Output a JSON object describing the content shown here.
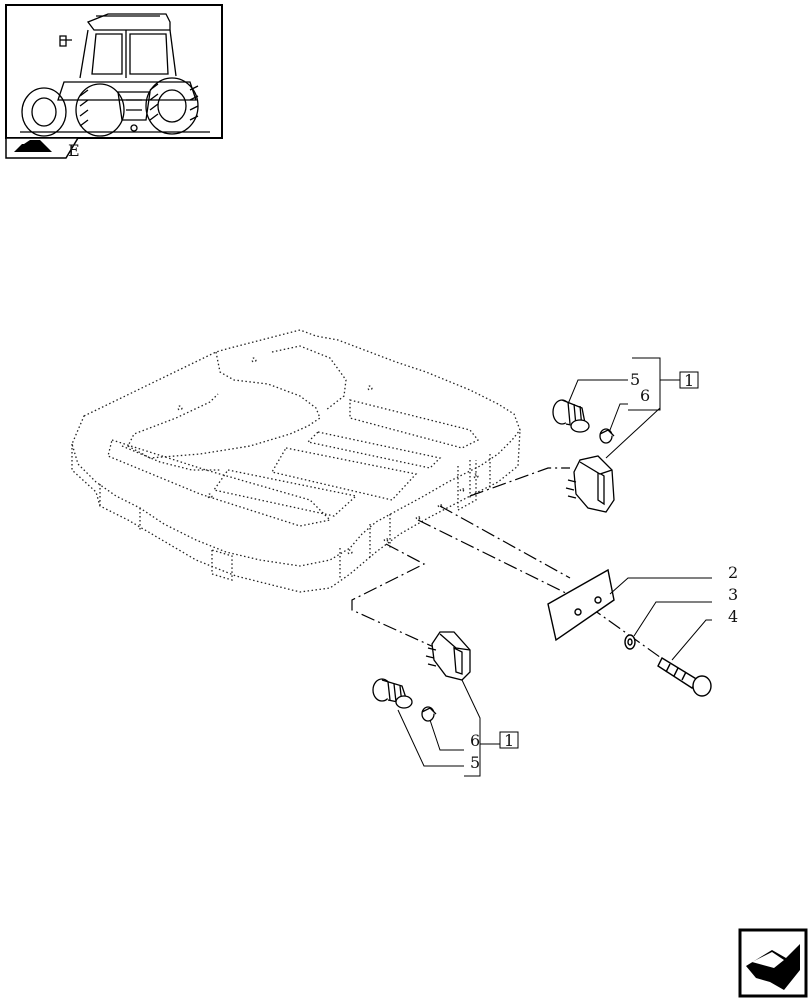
{
  "thumbnail": {
    "caption": "E",
    "icon": "tractor-cab-thumbnail-icon"
  },
  "callouts": {
    "top_group_box": "1",
    "top_item_a": "5",
    "top_item_b": "6",
    "plate": "2",
    "washer": "3",
    "bolt": "4",
    "bottom_item_a": "6",
    "bottom_item_b": "5",
    "bottom_group_box": "1"
  },
  "nav": {
    "icon": "next-page-arrow-icon"
  }
}
